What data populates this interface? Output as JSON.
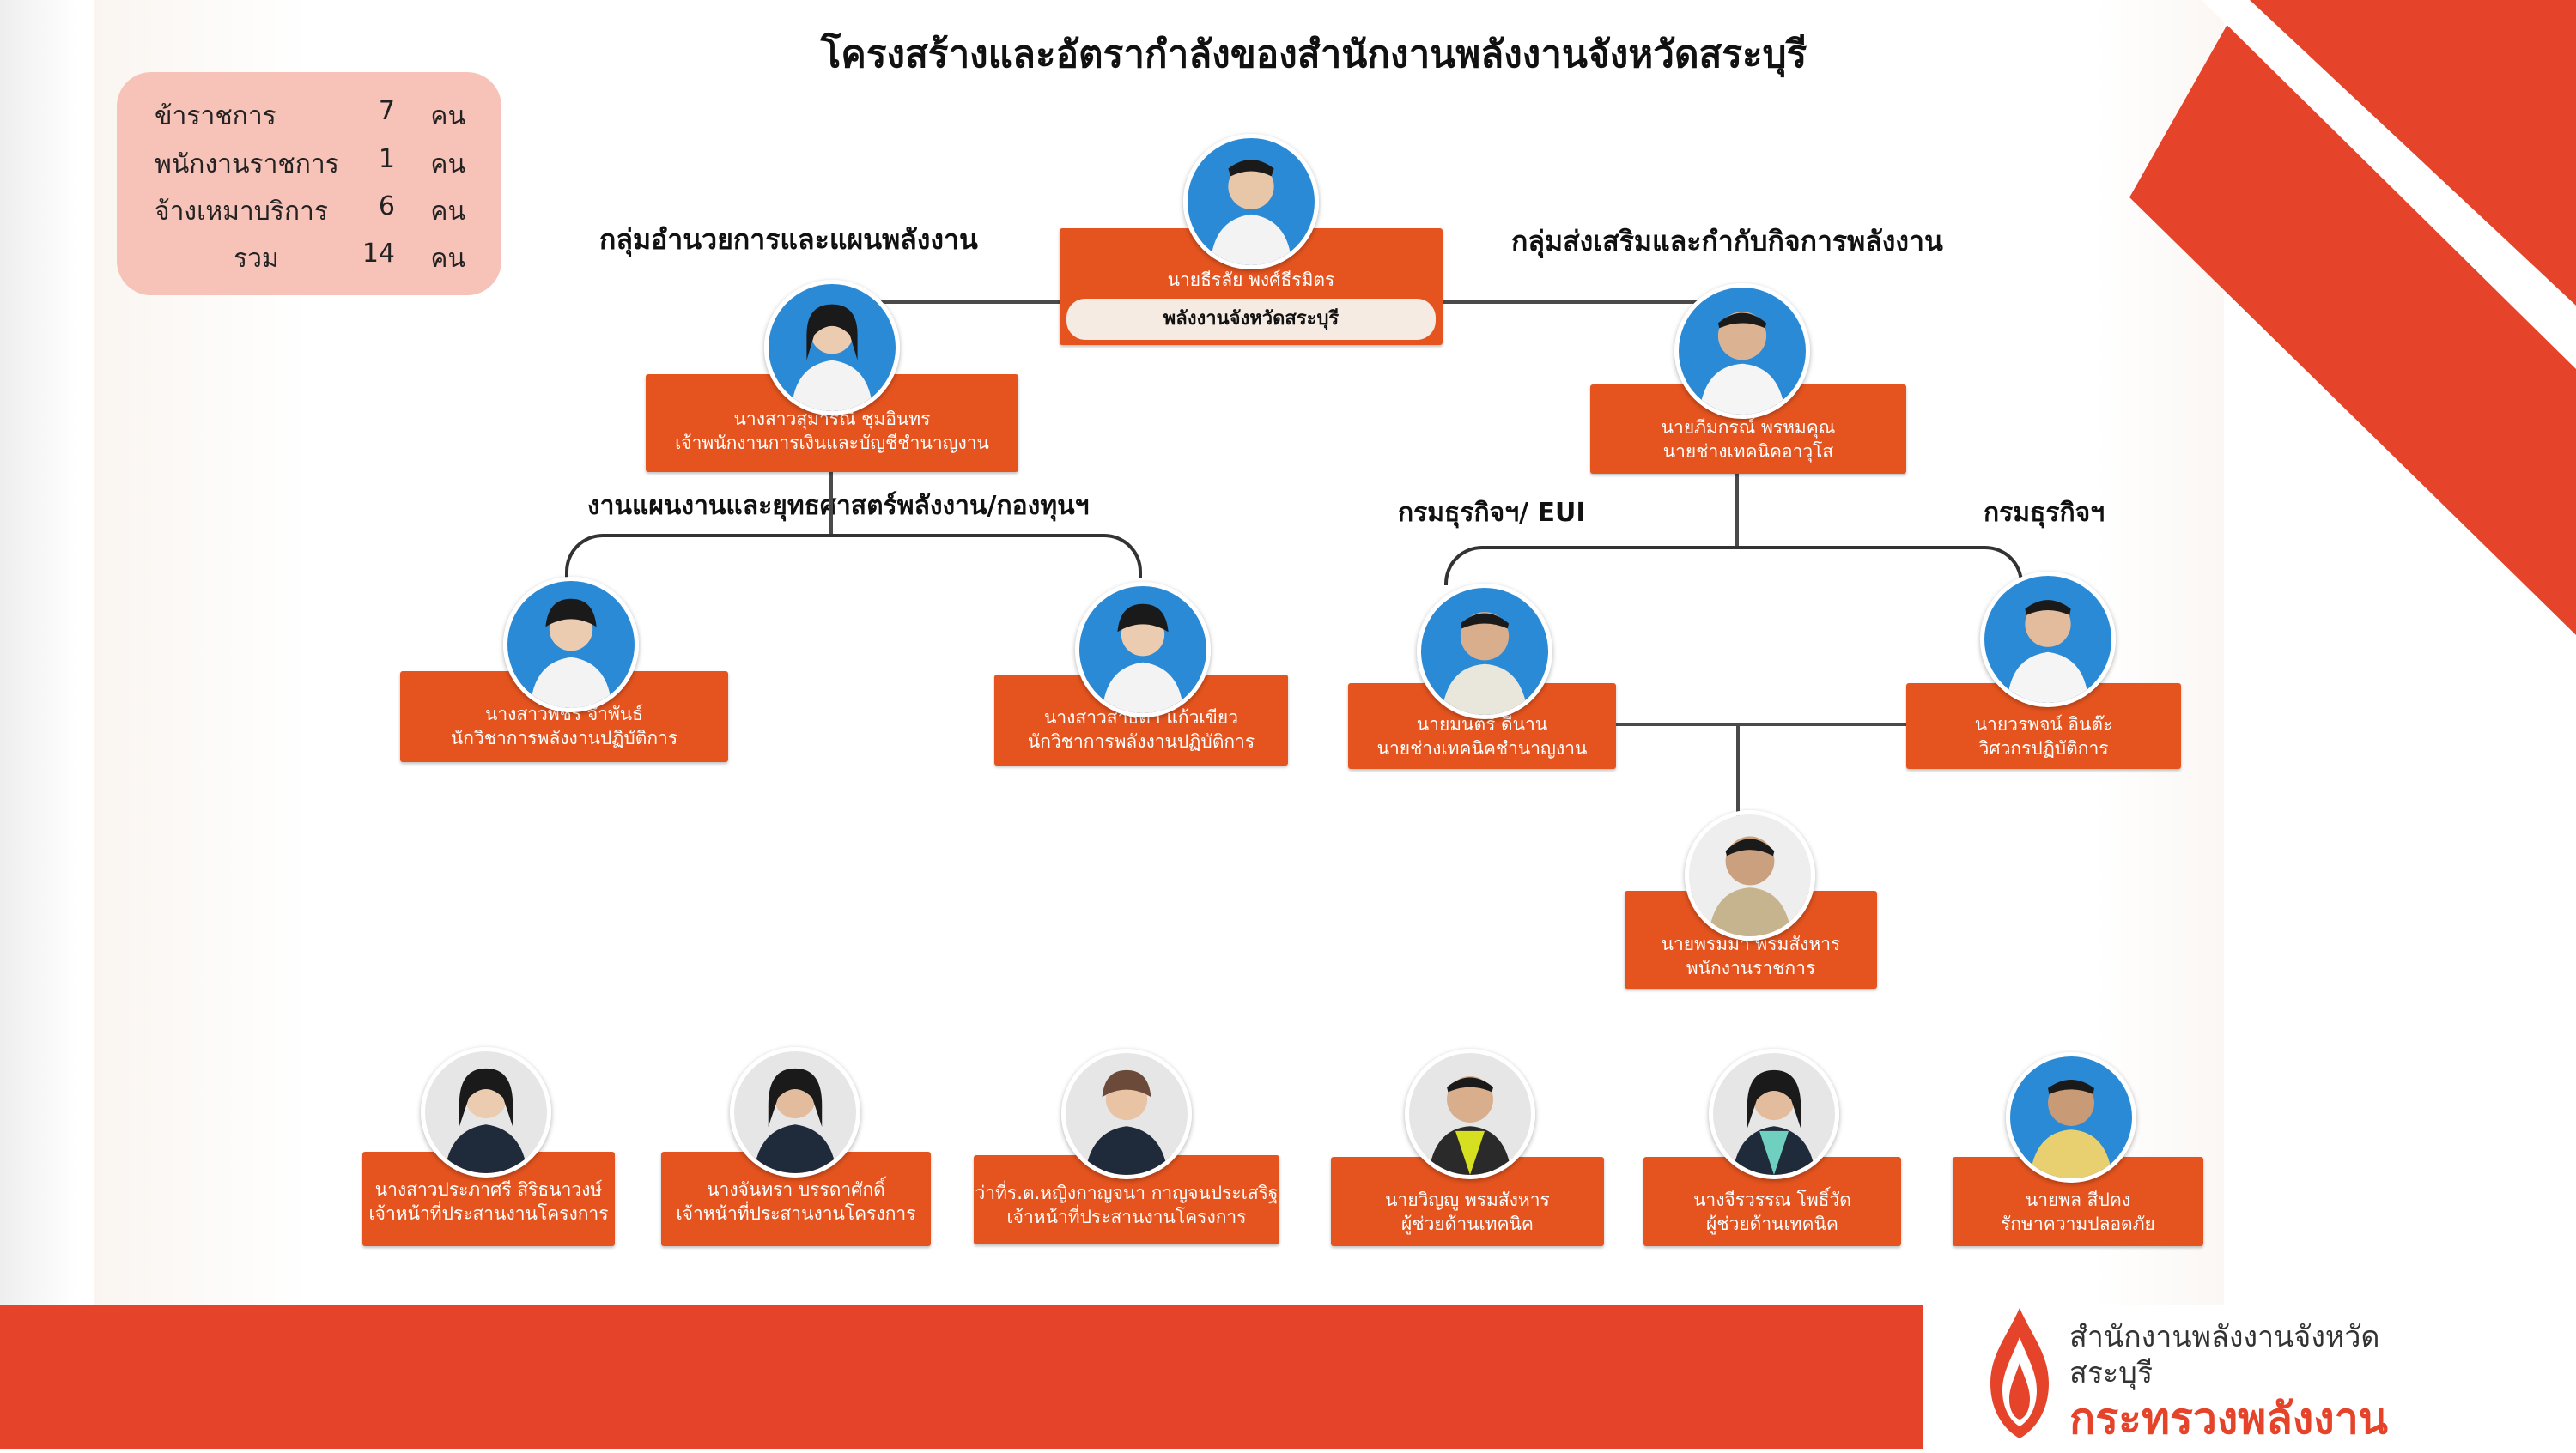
{
  "title": "โครงสร้างและอัตรากำลังของสำนักงานพลังงานจังหวัดสระบุรี",
  "summary": {
    "rows": [
      {
        "label": "ข้าราชการ",
        "count": "7",
        "unit": "คน"
      },
      {
        "label": "พนักงานราชการ",
        "count": "1",
        "unit": "คน"
      },
      {
        "label": "จ้างเหมาบริการ",
        "count": "6",
        "unit": "คน"
      },
      {
        "label": "รวม",
        "count": "14",
        "unit": "คน"
      }
    ]
  },
  "groups": {
    "left": "กลุ่มอำนวยการและแผนพลังงาน",
    "right": "กลุ่มส่งเสริมและกำกับกิจการพลังงาน",
    "left_sub": "งานแผนงานและยุทธศาสตร์พลังงาน/กองทุนฯ",
    "right_sub_left": "กรมธุรกิจฯ/ EUI",
    "right_sub_right": "กรมธุรกิจฯ"
  },
  "people": {
    "director": {
      "name": "นายธีรลัย พงศ์ธีรมิตร",
      "position": "พลังงานจังหวัดสระบุรี"
    },
    "admin_head": {
      "name": "นางสาวสุมาริณี ชุมอินทร",
      "position": "เจ้าพนักงานการเงินและบัญชีชำนาญงาน"
    },
    "promo_head": {
      "name": "นายภีมกรณ์ พรหมคุณ",
      "position": "นายช่างเทคนิคอาวุโส"
    },
    "plan_1": {
      "name": "นางสาวพัชรี จำพันธ์",
      "position": "นักวิชาการพลังงานปฏิบัติการ"
    },
    "plan_2": {
      "name": "นางสาวสาธิดา แก้วเขียว",
      "position": "นักวิชาการพลังงานปฏิบัติการ"
    },
    "eui_1": {
      "name": "นายมนตรี ดีนาน",
      "position": "นายช่างเทคนิคชำนาญงาน"
    },
    "biz_1": {
      "name": "นายวรพจน์ อินต๊ะ",
      "position": "วิศวกรปฏิบัติการ"
    },
    "gov_emp": {
      "name": "นายพรมมา พรมสังหาร",
      "position": "พนักงานราชการ"
    },
    "c1": {
      "name": "นางสาวประภาศรี สิริธนาวงษ์",
      "position": "เจ้าหน้าที่ประสานงานโครงการ"
    },
    "c2": {
      "name": "นางจันทรา บรรดาศักดิ์",
      "position": "เจ้าหน้าที่ประสานงานโครงการ"
    },
    "c3": {
      "name": "ว่าที่ร.ต.หญิงกาญจนา กาญจนประเสริฐ",
      "position": "เจ้าหน้าที่ประสานงานโครงการ"
    },
    "c4": {
      "name": "นายวิญญู พรมสังหาร",
      "position": "ผู้ช่วยด้านเทคนิค"
    },
    "c5": {
      "name": "นางจีรวรรณ โพธิ์วัด",
      "position": "ผู้ช่วยด้านเทคนิค"
    },
    "c6": {
      "name": "นายพล สีปคง",
      "position": "รักษาความปลอดภัย"
    }
  },
  "footer": {
    "office_line1": "สำนักงานพลังงานจังหวัด",
    "office_line2": "สระบุรี",
    "ministry": "กระทรวงพลังงาน"
  },
  "colors": {
    "accent": "#e5432a",
    "card": "#e5541f",
    "summary_bg": "#f7c2b8"
  }
}
